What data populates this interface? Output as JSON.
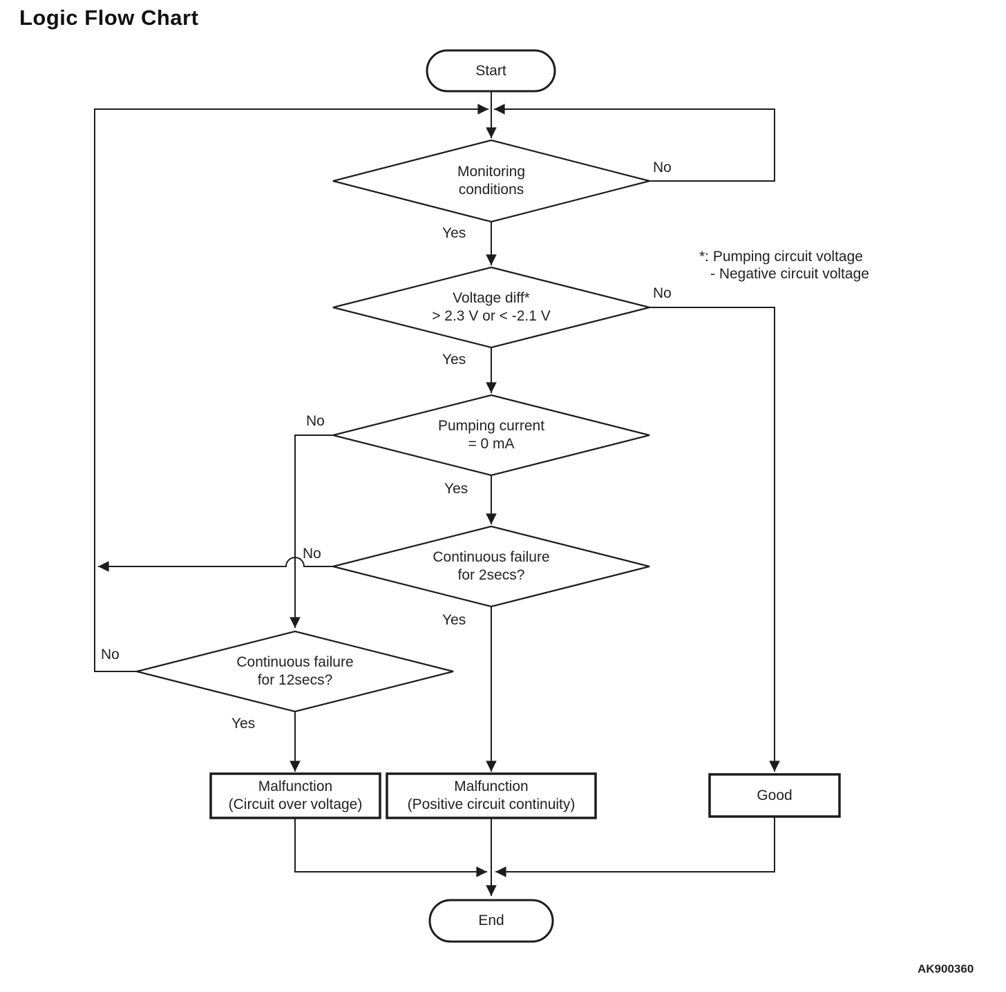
{
  "page": {
    "title": "Logic Flow Chart",
    "figure_code": "AK900360"
  },
  "colors": {
    "ink": "#1c1c1c",
    "background": "#ffffff"
  },
  "annotation": {
    "line1": "*: Pumping circuit voltage",
    "line2": "- Negative circuit voltage"
  },
  "nodes": {
    "start": {
      "label": "Start"
    },
    "monitoring_conditions": {
      "line1": "Monitoring",
      "line2": "conditions"
    },
    "voltage_diff": {
      "line1": "Voltage diff*",
      "line2": "> 2.3 V or < -2.1 V"
    },
    "pumping_current": {
      "line1": "Pumping current",
      "line2": "= 0 mA"
    },
    "continuous_failure_2secs": {
      "line1": "Continuous failure",
      "line2": "for 2secs?"
    },
    "continuous_failure_12secs": {
      "line1": "Continuous failure",
      "line2": "for 12secs?"
    },
    "malfunction_circuit_over_voltage": {
      "line1": "Malfunction",
      "line2": "(Circuit over voltage)"
    },
    "malfunction_positive_circuit_continuity": {
      "line1": "Malfunction",
      "line2": "(Positive circuit continuity)"
    },
    "good": {
      "label": "Good"
    },
    "end": {
      "label": "End"
    }
  },
  "edge_labels": {
    "monitoring_yes": "Yes",
    "monitoring_no": "No",
    "voltage_diff_yes": "Yes",
    "voltage_diff_no": "No",
    "pumping_current_yes": "Yes",
    "pumping_current_no": "No",
    "failure_2secs_yes": "Yes",
    "failure_2secs_no": "No",
    "failure_12secs_yes": "Yes",
    "failure_12secs_no": "No"
  }
}
